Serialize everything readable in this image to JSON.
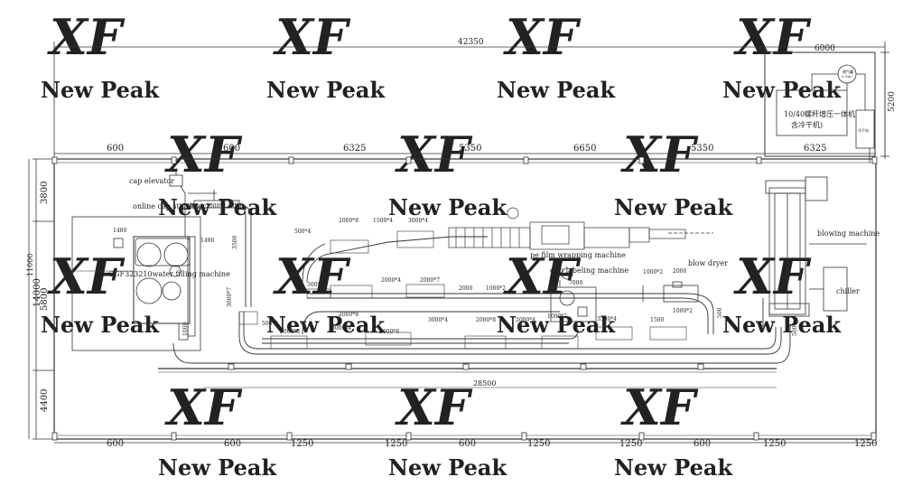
{
  "watermark": {
    "logo": "XF",
    "text": "New Peak"
  },
  "dimensions": {
    "overall": "42350",
    "top_room_width": "6000",
    "top_room_height": "5200",
    "top_row": [
      "600",
      "600",
      "6325",
      "5350",
      "6650",
      "5350",
      "6325"
    ],
    "left_col": [
      "3800",
      "5800",
      "4400"
    ],
    "left_total": "14000",
    "left_inner": "11000",
    "bottom_row": [
      "600",
      "600",
      "1250",
      "1250",
      "600",
      "1250",
      "1250",
      "600",
      "1250",
      "1250"
    ],
    "floor_length": "28500"
  },
  "machines": {
    "cap_elevator": "cap elevator",
    "cap_sterilizer": "online cap sterilizer",
    "filling": "CGF323210water filling machine",
    "pe_wrapping": "pe film wrapping machine",
    "labeling": "opp labeling machine",
    "blow_dryer": "blow dryer",
    "blowing": "blowing machine",
    "chiller": "chiller",
    "compressor_line1": "10/40螺杆增压一体机",
    "compressor_line2": "含冷干机)",
    "tank_label": "储气罐",
    "tank_spec": "0.1m³",
    "dryer_unit": "冷干机"
  },
  "conveyor_labels": {
    "c1": "2000*8",
    "c2": "1500*4",
    "c3": "3000*4",
    "c4": "500*4",
    "c5": "2000*4",
    "c6": "2000*7",
    "c7": "2000",
    "c8": "1000*2",
    "c9": "500*4",
    "c10": "2000*8",
    "c11": "7000",
    "c12": "1000*2",
    "c13": "2000*8",
    "c14": "3000*4",
    "c15": "2000*8",
    "c16": "3000*4",
    "c17": "2000*8",
    "c18": "2000*4",
    "c19": "1000*2",
    "c20": "3500*4",
    "c21": "1500",
    "c22": "1000*2",
    "c23": "2000",
    "c24": "500*4",
    "c25": "1000*2",
    "c26": "2000*2",
    "c27": "3000",
    "c28": "1480",
    "c29": "1490",
    "c30": "3500",
    "c31": "3000*7",
    "c32": "1000",
    "c33": "500",
    "c34": "500"
  }
}
